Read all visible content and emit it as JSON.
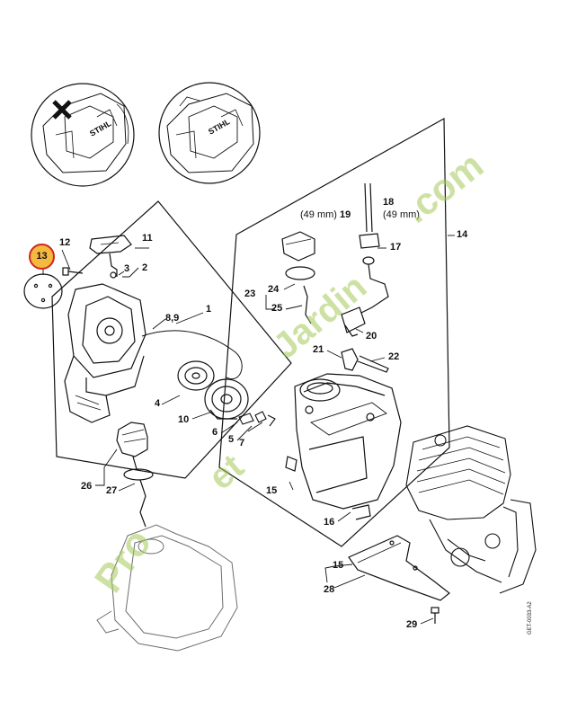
{
  "callouts": {
    "c1": "1",
    "c2": "2",
    "c3": "3",
    "c4": "4",
    "c5": "5",
    "c6": "6",
    "c7": "7",
    "c89": "8,9",
    "c10": "10",
    "c11": "11",
    "c12": "12",
    "c13": "13",
    "c14": "14",
    "c15a": "15",
    "c15b": "15",
    "c16": "16",
    "c17": "17",
    "c20": "20",
    "c21": "21",
    "c22": "22",
    "c23": "23",
    "c24": "24",
    "c25": "25",
    "c26": "26",
    "c27": "27",
    "c28": "28",
    "c29": "29"
  },
  "measurements": {
    "left_value": "(49 mm)",
    "left_part": "19",
    "right_part": "18",
    "right_value": "(49 mm)"
  },
  "brand_text": {
    "left": "STIHL",
    "right": "STIHL"
  },
  "drawing_code": "GET-0033-A2",
  "watermark": {
    "part1": "Pro",
    "part2": "et",
    "part3": "Jardin",
    "part4": ".com"
  },
  "highlight": {
    "part": "13",
    "fill": "#f5b840",
    "ring": "#d0271c"
  },
  "colors": {
    "line": "#111111",
    "watermark": "#a6c85a"
  }
}
